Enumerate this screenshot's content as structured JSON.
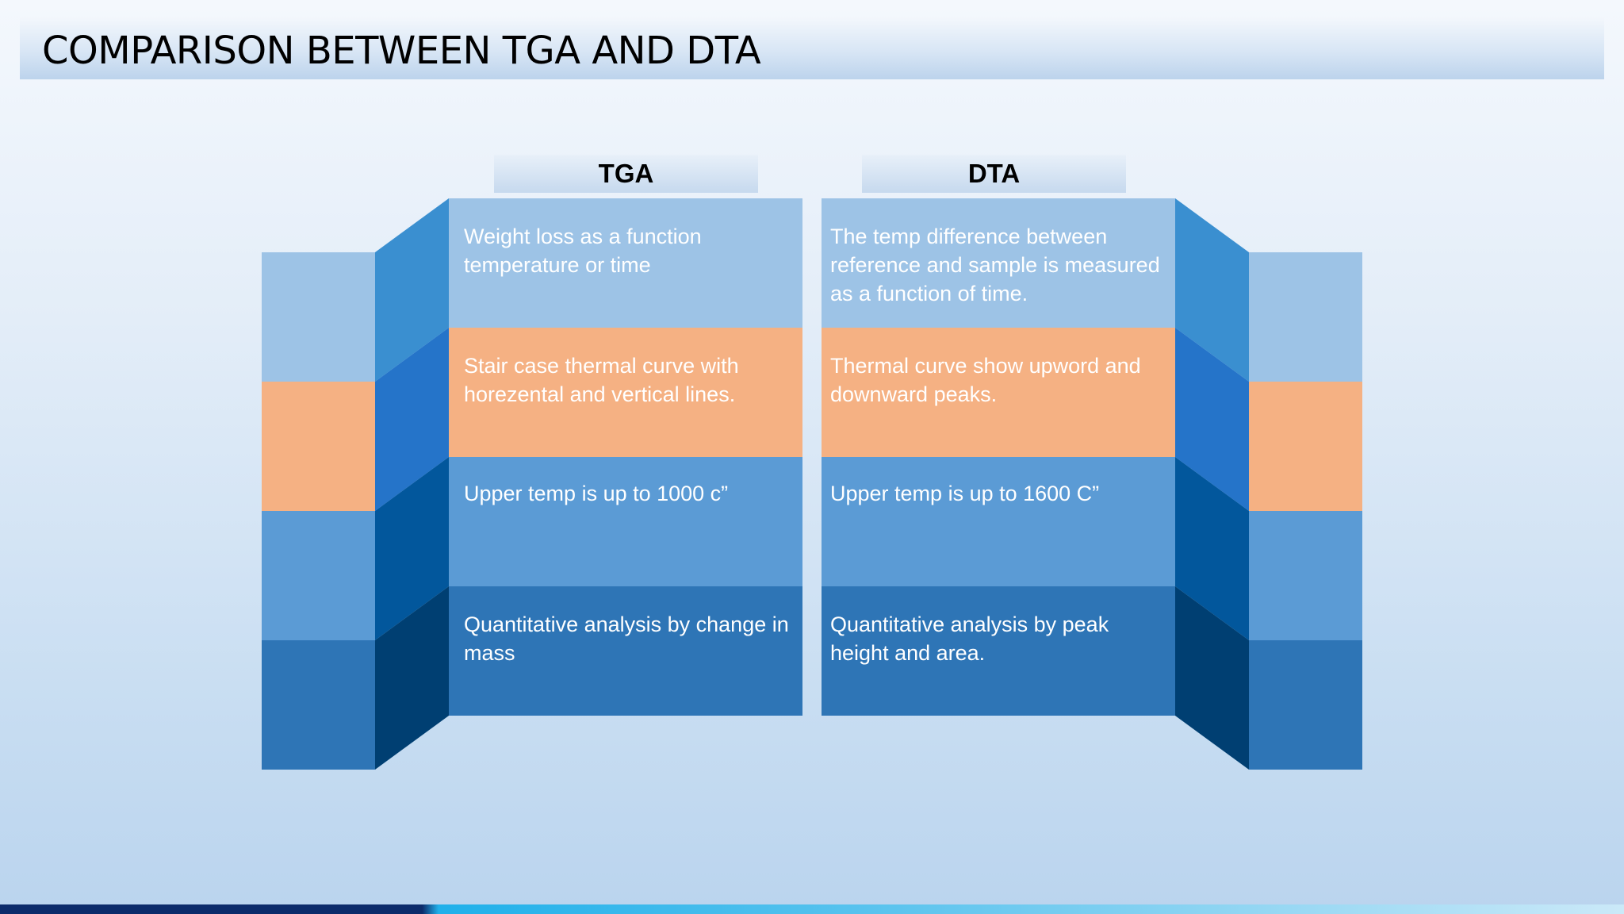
{
  "title": "COMPARISON BETWEEN TGA AND DTA",
  "columns": [
    {
      "header": "TGA",
      "rows": [
        "Weight loss as a function temperature or time",
        "Stair case thermal curve with horezental and vertical lines.",
        "Upper temp is up to 1000 c”",
        "Quantitative analysis by change in mass"
      ]
    },
    {
      "header": "DTA",
      "rows": [
        "The temp difference between reference and sample is measured as a function of time.",
        "Thermal curve show upword and downward peaks.",
        "Upper temp is up to 1600 C”",
        "Quantitative analysis by peak height and area."
      ]
    }
  ],
  "colors": {
    "row_fills": [
      "#9dc3e6",
      "#f5b183",
      "#5b9bd5",
      "#2e75b6"
    ],
    "fold_faces": [
      "#3a8fd0",
      "#2574c9",
      "#02579c",
      "#003f72"
    ]
  }
}
